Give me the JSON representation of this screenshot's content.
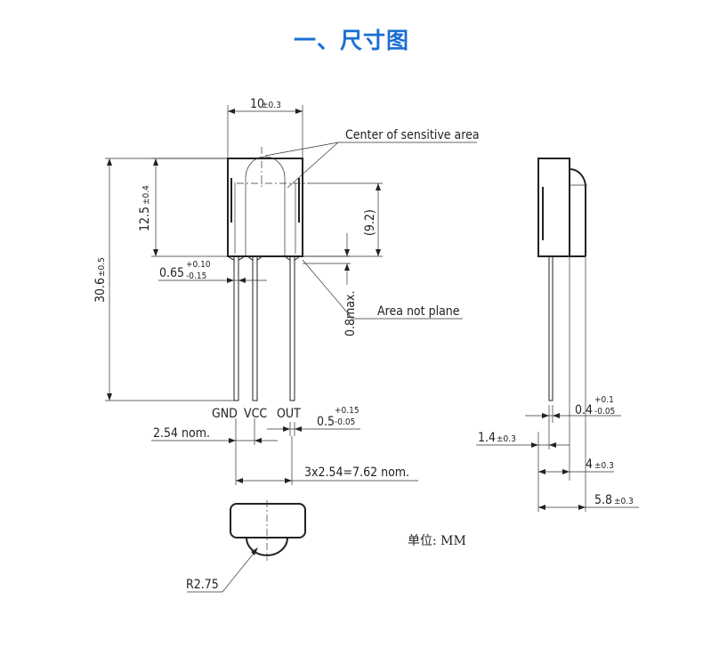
{
  "title": "一、尺寸图",
  "labels": {
    "width": "10",
    "width_tol": "±0.3",
    "center_sensitive": "Center of sensitive area",
    "height_body": "12.5",
    "height_body_tol": "±0.4",
    "sensor_height": "(9.2)",
    "total_height": "30.6",
    "total_height_tol": "±0.5",
    "pin_width": "0.65",
    "pin_width_plus": "+0.10",
    "pin_width_minus": "-0.15",
    "area_not_plane": "Area not plane",
    "max_gap": "0.8max.",
    "pin_gnd": "GND",
    "pin_vcc": "VCC",
    "pin_out": "OUT",
    "pin_thick": "0.5",
    "pin_thick_plus": "+0.15",
    "pin_thick_minus": "-0.05",
    "pitch": "2.54 nom.",
    "span": "3x2.54=7.62 nom.",
    "radius": "R2.75",
    "side_pin": "0.4",
    "side_pin_plus": "+0.1",
    "side_pin_minus": "-0.05",
    "side_offset": "1.4",
    "side_offset_tol": "±0.3",
    "side_depth": "4",
    "side_depth_tol": "±0.3",
    "side_total": "5.8",
    "side_total_tol": "±0.3",
    "unit": "单位: MM"
  }
}
